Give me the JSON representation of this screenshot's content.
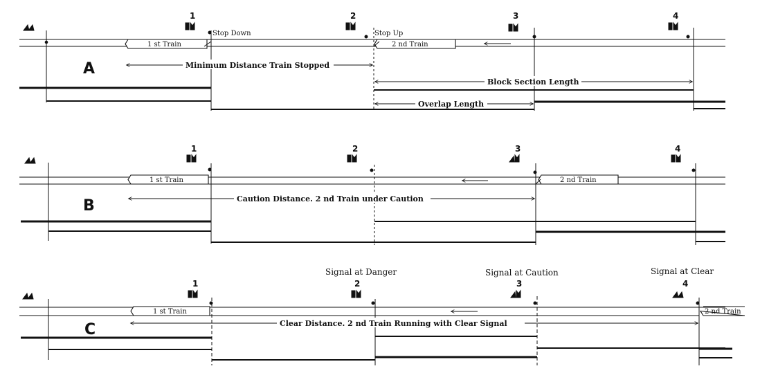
{
  "panels": [
    {
      "letter": "A",
      "signal_numbers": [
        "1",
        "2",
        "3",
        "4"
      ],
      "annotations": {
        "stop_down": "Stop Down",
        "stop_up": "Stop Up"
      },
      "trains": {
        "first": "1 st  Train",
        "second": "2 nd   Train"
      },
      "measures": {
        "minimum": "Minimum Distance  Train Stopped",
        "block": "Block Section Length",
        "overlap": "Overlap Length"
      }
    },
    {
      "letter": "B",
      "signal_numbers": [
        "1",
        "2",
        "3",
        "4"
      ],
      "trains": {
        "first": "1 st Train",
        "second": "2 nd Train"
      },
      "measures": {
        "caution": "Caution Distance.  2 nd Train under Caution"
      }
    },
    {
      "letter": "C",
      "signal_numbers": [
        "1",
        "2",
        "3",
        "4"
      ],
      "signal_states": {
        "danger": "Signal at Danger",
        "caution": "Signal at Caution",
        "clear": "Signal at Clear"
      },
      "trains": {
        "first": "1 st Train",
        "second": "2 nd Train"
      },
      "measures": {
        "clear": "Clear Distance.     2 nd Train Running with Clear Signal"
      }
    }
  ]
}
